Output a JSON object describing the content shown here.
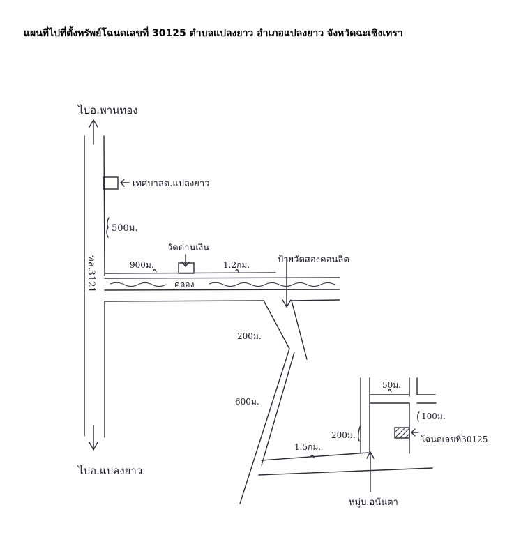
{
  "title": "แผนที่ไปที่ตั้งทรัพย์โฉนดเลขที่ 30125 ตำบลแปลงยาว อำเภอแปลงยาว จังหวัดฉะเชิงเทรา",
  "labels": {
    "north_destination": "ไปอ.พานทอง",
    "south_destination": "ไปอ.แปลงยาว",
    "main_road": "ทล.3121",
    "municipality": "เทศบาลต.แปลงยาว",
    "temple": "วัดด่านเงิน",
    "canal": "คลอง",
    "temple_sign": "ป้ายวัดสองคอนลิต",
    "property": "โฉนดเลขที่30125",
    "village": "หมู่บ.อนันตา"
  },
  "distances": {
    "d_500": "500ม.",
    "d_900": "900ม.",
    "d_1_2km": "1.2กม.",
    "d_200_diag": "200ม.",
    "d_600": "600ม.",
    "d_1_5km": "1.5กม.",
    "d_200_up": "200ม.",
    "d_50": "50ม.",
    "d_100": "100ม."
  }
}
